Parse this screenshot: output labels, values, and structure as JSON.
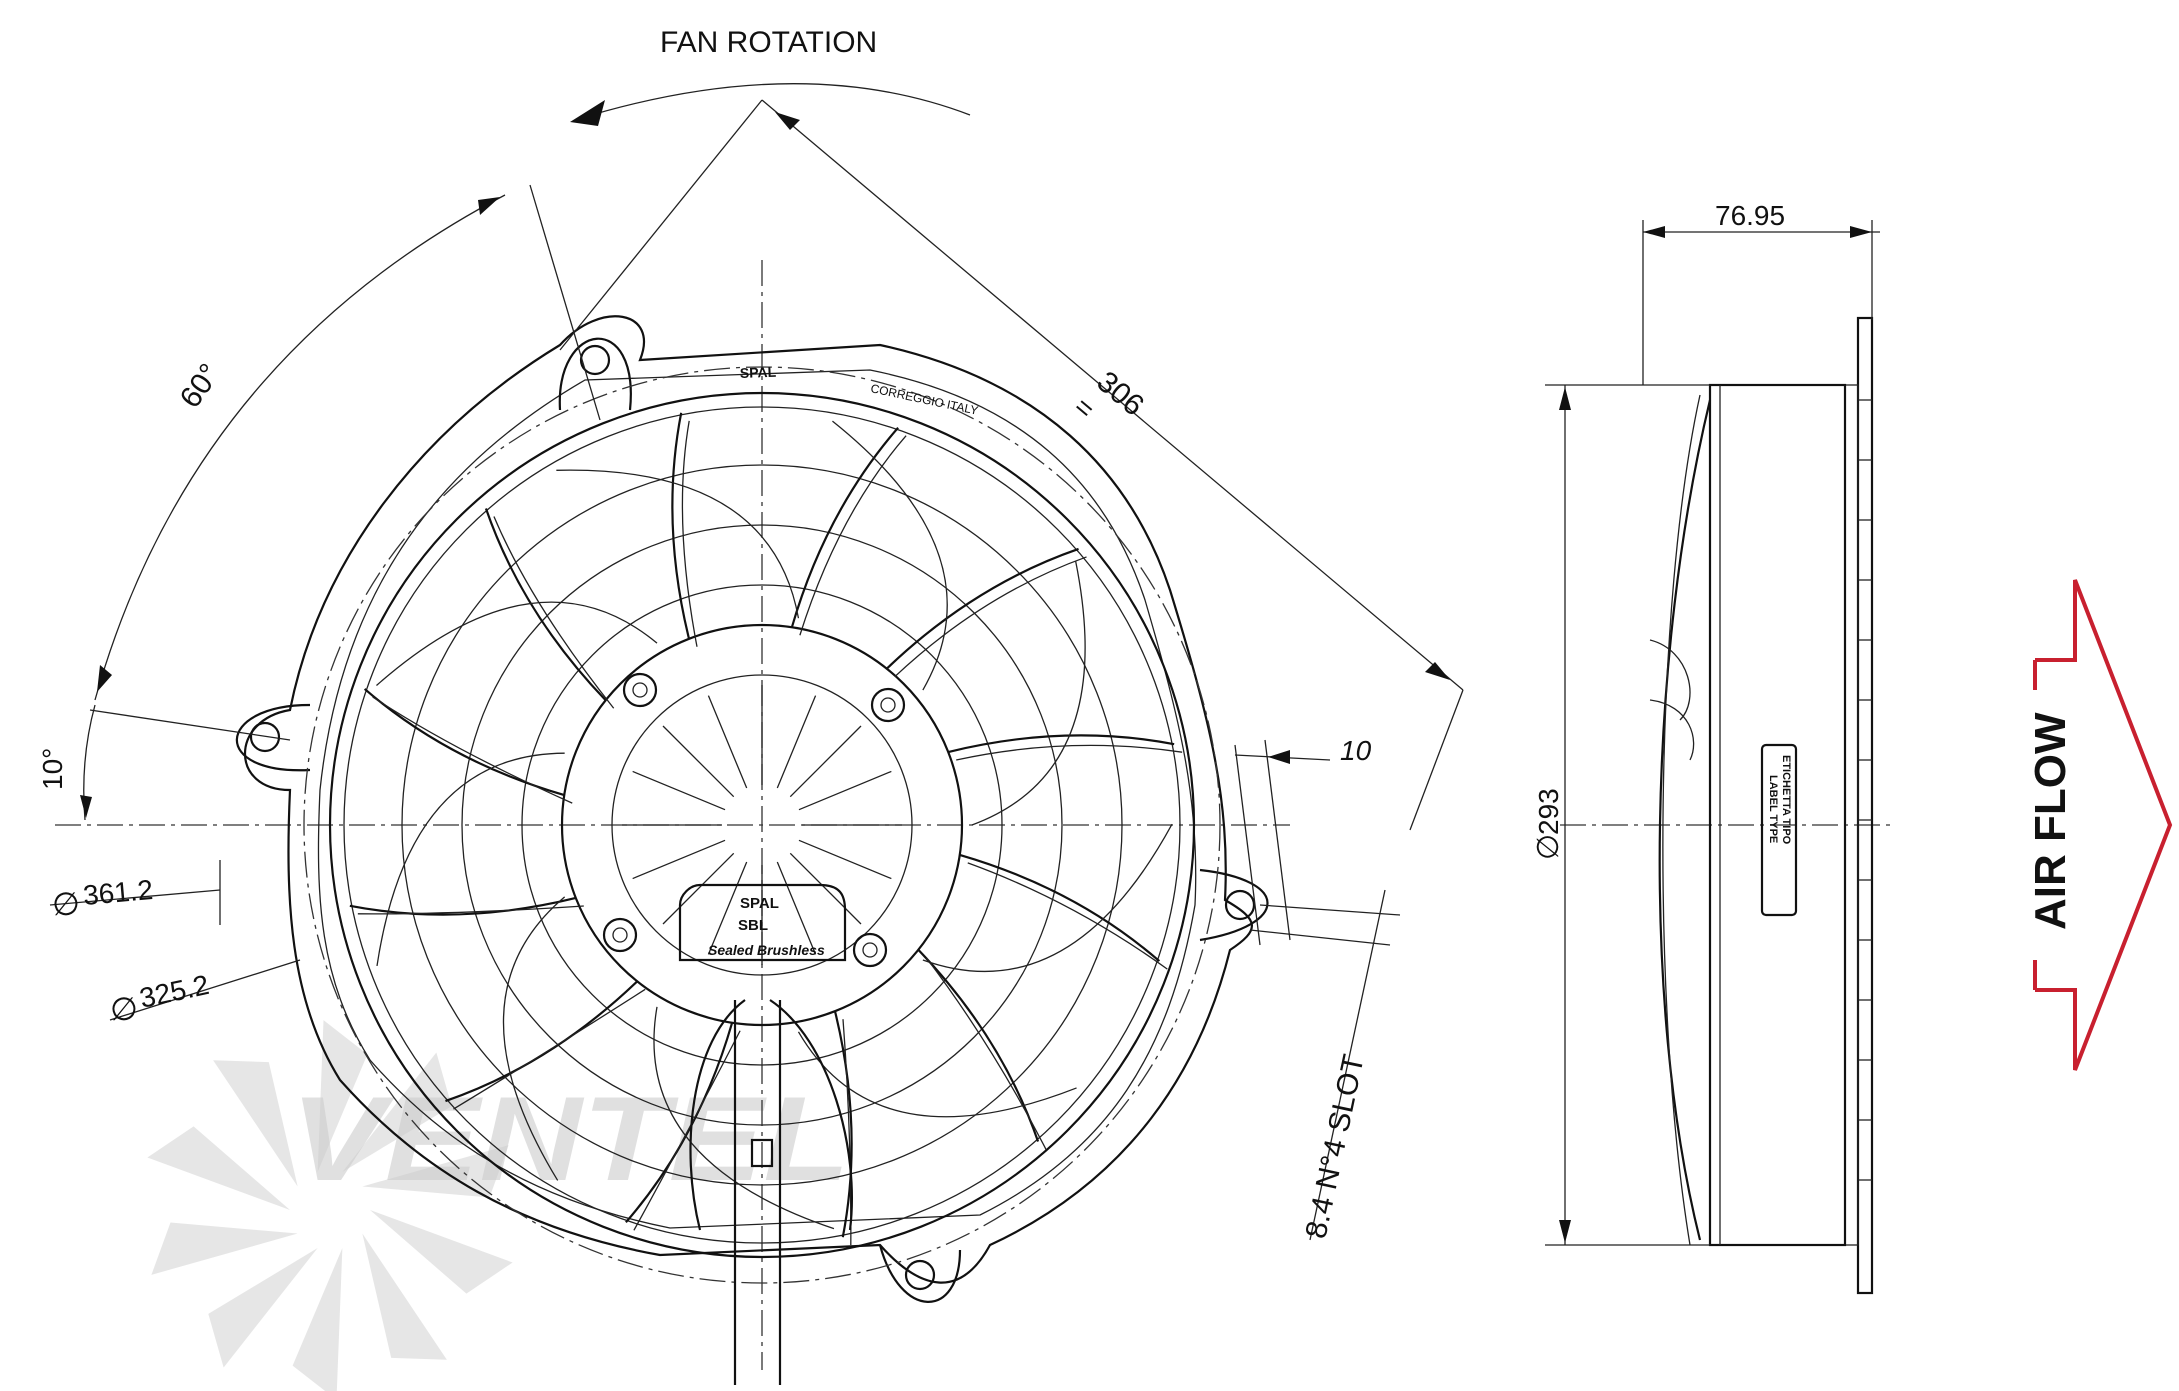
{
  "labels": {
    "fan_rotation": "FAN ROTATION",
    "angle_60": "60°",
    "angle_10": "10°",
    "dim_306": "306",
    "dim_equal": "=",
    "dia_361": "361.2",
    "dia_325": "325.2",
    "dim_10": "10",
    "slot": "8.4 N°4 SLOT",
    "dim_7695": "76.95",
    "dia_293": "293",
    "label_type_it": "ETICHETTA TIPO",
    "label_type_en": "LABEL TYPE",
    "air_flow": "AIR FLOW",
    "brand_top": "SPAL",
    "correggio": "CORREGGIO ITALY",
    "hub_brand": "SPAL",
    "hub_code": "SBL",
    "sealed_brushless": "Sealed Brushless",
    "watermark": "VENTEL"
  },
  "colors": {
    "line": "#111111",
    "arrow_red": "#c8202f",
    "watermark_grey": "#c9c9c9",
    "watermark_blue": "#8fc6e8"
  },
  "icons": {
    "diameter_symbol": "diameter-symbol-icon",
    "airflow_arrow": "airflow-arrow-icon",
    "rotation_arrow": "rotation-arrow-icon",
    "screw": "screw-icon"
  }
}
